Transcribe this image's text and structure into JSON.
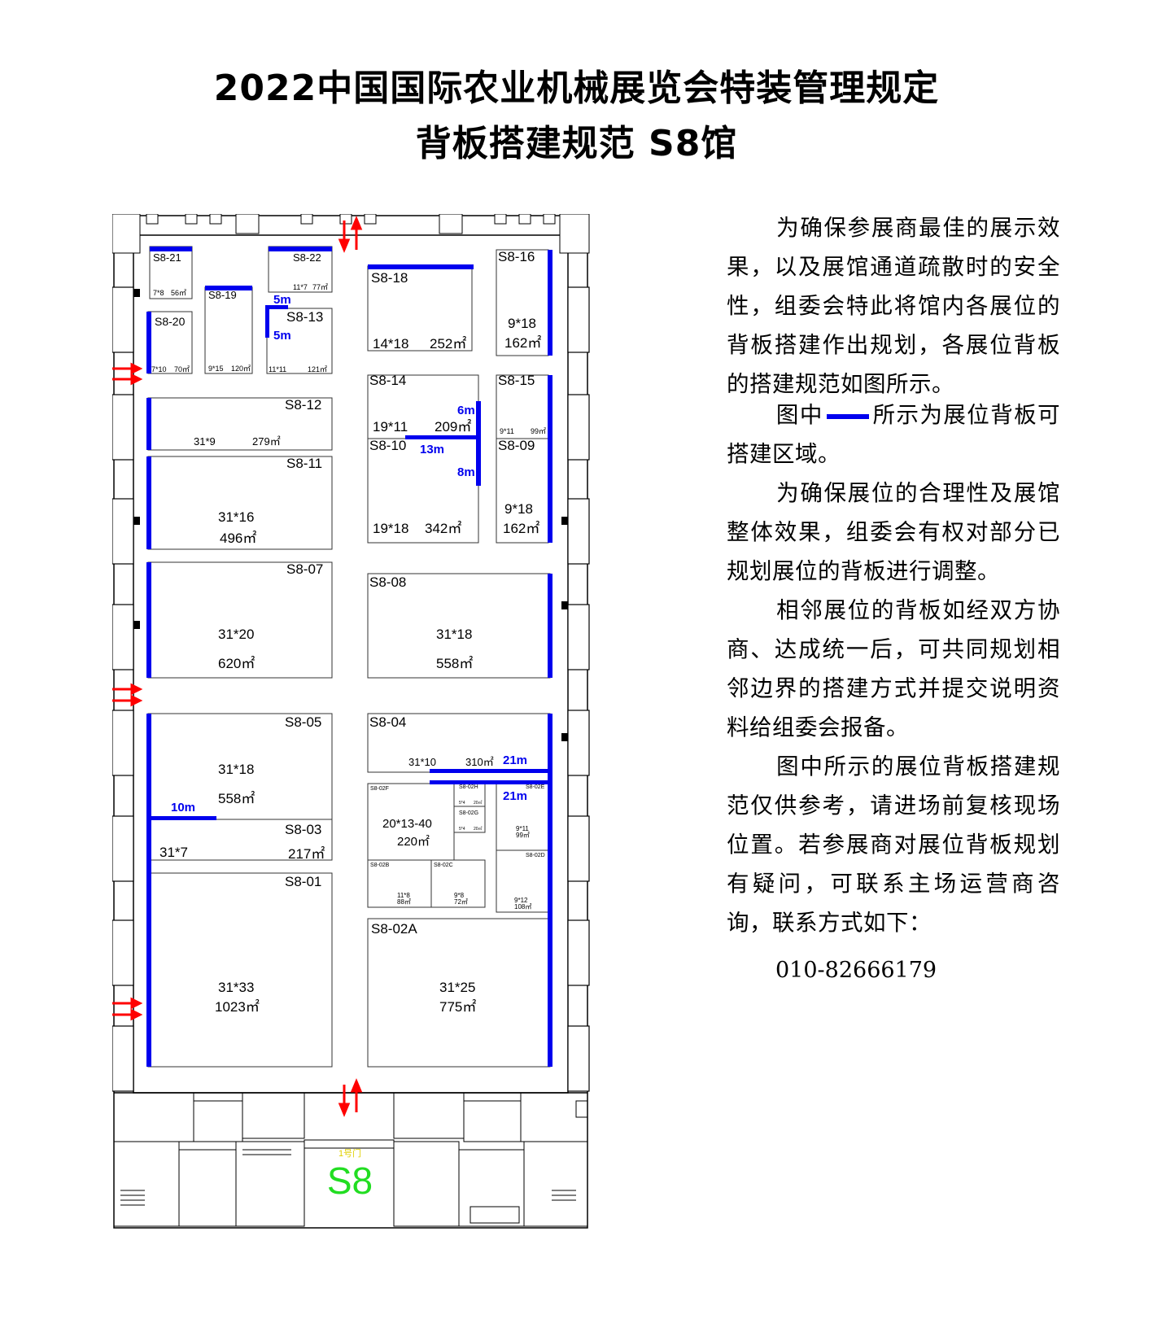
{
  "title_line1": "2022中国国际农业机械展览会特装管理规定",
  "title_line2": "背板搭建规范 S8馆",
  "text": {
    "p1": "为确保参展商最佳的展示效果，以及展馆通道疏散时的安全性，组委会特此将馆内各展位的背板搭建作出规划，各展位背板的搭建规范如图所示。",
    "p2a": "图中",
    "p2b": "所示为展位背板可搭建区域。",
    "p3": "为确保展位的合理性及展馆整体效果，组委会有权对部分已规划展位的背板进行调整。",
    "p4": "相邻展位的背板如经双方协商、达成统一后，可共同规划相邻边界的搭建方式并提交说明资料给组委会报备。",
    "p5": "图中所示的展位背板搭建规范仅供参考，请进场前复核现场位置。若参展商对展位背板规划有疑问，可联系主场运营商咨询，联系方式如下：",
    "phone": "010-82666179"
  },
  "colors": {
    "backboard": "#0000ee",
    "arrow": "#ff0000",
    "hall_label": "#22dd22",
    "gate_label": "#e0d000",
    "wall": "#000000"
  },
  "hall": {
    "name": "S8",
    "gate": "1号门"
  },
  "booths": [
    {
      "id": "S8-21",
      "size": "7*8",
      "area": "56㎡"
    },
    {
      "id": "S8-22",
      "size": "11*7",
      "area": "77㎡"
    },
    {
      "id": "S8-20",
      "size": "7*10",
      "area": "70㎡"
    },
    {
      "id": "S8-19",
      "size": "9*15",
      "area": "120㎡"
    },
    {
      "id": "S8-13",
      "size": "11*11",
      "area": "121㎡"
    },
    {
      "id": "S8-18",
      "size": "14*18",
      "area": "252㎡"
    },
    {
      "id": "S8-16",
      "size": "9*18",
      "area": "162㎡"
    },
    {
      "id": "S8-14",
      "size": "19*11",
      "area": "209㎡"
    },
    {
      "id": "S8-15",
      "size": "9*11",
      "area": "99㎡"
    },
    {
      "id": "S8-12",
      "size": "31*9",
      "area": "279㎡"
    },
    {
      "id": "S8-10",
      "size": "19*18",
      "area": "342㎡"
    },
    {
      "id": "S8-09",
      "size": "9*18",
      "area": "162㎡"
    },
    {
      "id": "S8-11",
      "size": "31*16",
      "area": "496㎡"
    },
    {
      "id": "S8-07",
      "size": "31*20",
      "area": "620㎡"
    },
    {
      "id": "S8-08",
      "size": "31*18",
      "area": "558㎡"
    },
    {
      "id": "S8-05",
      "size": "31*18",
      "area": "558㎡"
    },
    {
      "id": "S8-04",
      "size": "31*10",
      "area": "310㎡"
    },
    {
      "id": "S8-03",
      "size": "31*7",
      "area": "217㎡"
    },
    {
      "id": "S8-02F",
      "size": "20*13-40",
      "area": "220㎡"
    },
    {
      "id": "S8-02H",
      "size": "5*4",
      "area": "20㎡"
    },
    {
      "id": "S8-02G",
      "size": "5*4",
      "area": "20㎡"
    },
    {
      "id": "S8-02E",
      "size": "9*11",
      "area": "99㎡"
    },
    {
      "id": "S8-02B",
      "size": "11*8",
      "area": "88㎡"
    },
    {
      "id": "S8-02C",
      "size": "9*8",
      "area": "72㎡"
    },
    {
      "id": "S8-02D",
      "size": "9*12",
      "area": "108㎡"
    },
    {
      "id": "S8-01",
      "size": "31*33",
      "area": "1023㎡"
    },
    {
      "id": "S8-02A",
      "size": "31*25",
      "area": "775㎡"
    }
  ],
  "dimensions": {
    "s13_top": "5m",
    "s13_side": "5m",
    "s10_vert_top": "6m",
    "s10_horiz": "13m",
    "s10_vert_bottom": "8m",
    "s04_a": "21m",
    "s04_b": "21m",
    "s05": "10m"
  }
}
